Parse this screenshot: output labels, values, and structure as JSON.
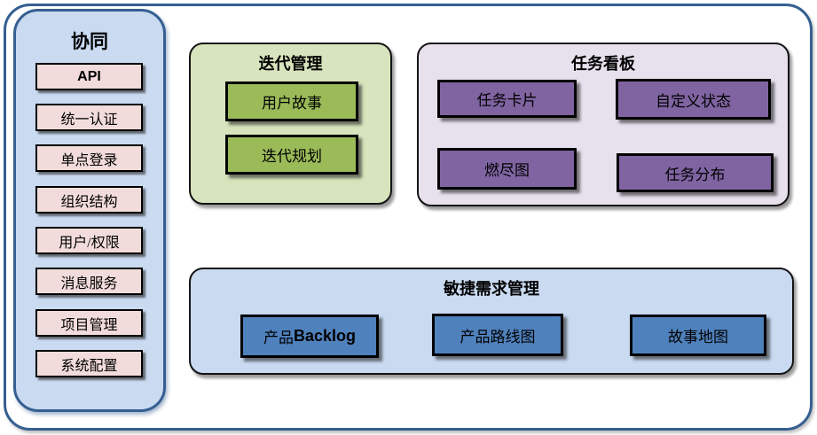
{
  "sidebar": {
    "title": "协同",
    "items": [
      "API",
      "统一认证",
      "单点登录",
      "组织结构",
      "用户/权限",
      "消息服务",
      "项目管理",
      "系统配置"
    ]
  },
  "groups": {
    "iteration": {
      "title": "迭代管理",
      "items": [
        "用户故事",
        "迭代规划"
      ]
    },
    "kanban": {
      "title": "任务看板",
      "items": [
        "任务卡片",
        "自定义状态",
        "燃尽图",
        "任务分布"
      ]
    },
    "agile": {
      "title": "敏捷需求管理",
      "items": [
        {
          "zh": "产品",
          "en": "Backlog"
        },
        "产品路线图",
        "故事地图"
      ]
    }
  },
  "colors": {
    "frame_border": "#365F91",
    "sidebar_fill": "#C9DAF1",
    "sidebar_item_fill": "#F2DCDB",
    "iteration_container_fill": "#D7E4BD",
    "iteration_item_fill": "#9BBB59",
    "kanban_container_fill": "#E6E1ED",
    "kanban_item_fill": "#8064A2",
    "agile_container_fill": "#C9DAF1",
    "agile_item_fill": "#4F81BD",
    "item_border": "#000000",
    "text": "#000000"
  }
}
